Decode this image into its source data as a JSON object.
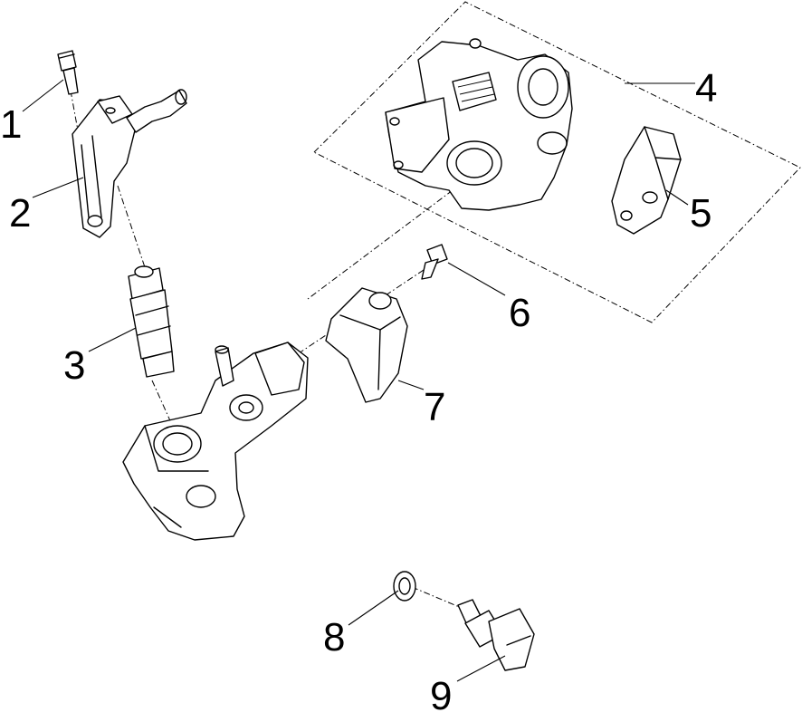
{
  "labels": [
    {
      "id": "1",
      "text": "1"
    },
    {
      "id": "2",
      "text": "2"
    },
    {
      "id": "3",
      "text": "3"
    },
    {
      "id": "4",
      "text": "4"
    },
    {
      "id": "5",
      "text": "5"
    },
    {
      "id": "6",
      "text": "6"
    },
    {
      "id": "7",
      "text": "7"
    },
    {
      "id": "8",
      "text": "8"
    },
    {
      "id": "9",
      "text": "9"
    }
  ],
  "colors": {
    "line": "#000000",
    "background": "#ffffff"
  }
}
